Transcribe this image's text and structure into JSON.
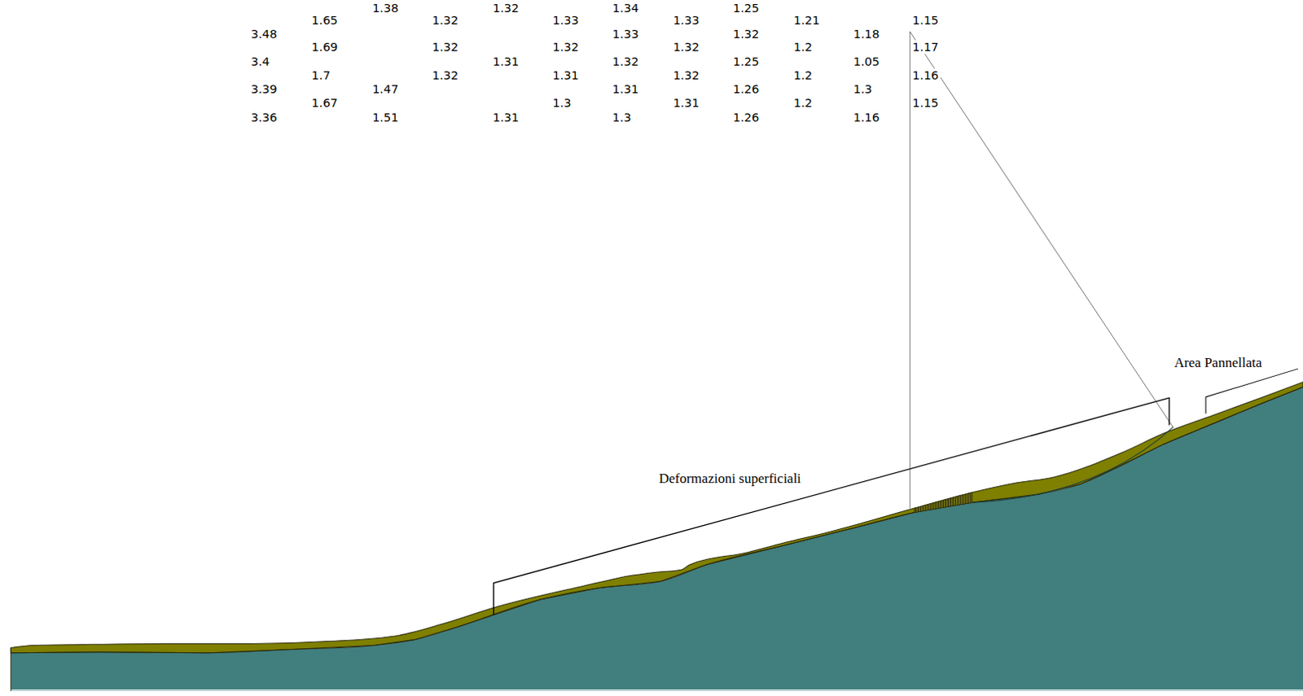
{
  "diagram": {
    "labels": [
      "3.48",
      "3.4",
      "3.39",
      "3.36",
      "1.65",
      "1.69",
      "1.7",
      "1.67",
      "1.38",
      "1.47",
      "1.51",
      "1.32",
      "1.32",
      "1.32",
      "1.32",
      "1.31",
      "1.31",
      "1.33",
      "1.32",
      "1.31",
      "1.3",
      "1.34",
      "1.33",
      "1.32",
      "1.31",
      "1.3",
      "1.33",
      "1.32",
      "1.32",
      "1.31",
      "1.25",
      "1.32",
      "1.25",
      "1.26",
      "1.26",
      "1.21",
      "1.2",
      "1.2",
      "1.2",
      "1.18",
      "1.05",
      "1.3",
      "1.16",
      "1.15",
      "1.17",
      "1.16",
      "1.15",
      "Deformazioni superficiali",
      "Area Pannellata"
    ]
  }
}
